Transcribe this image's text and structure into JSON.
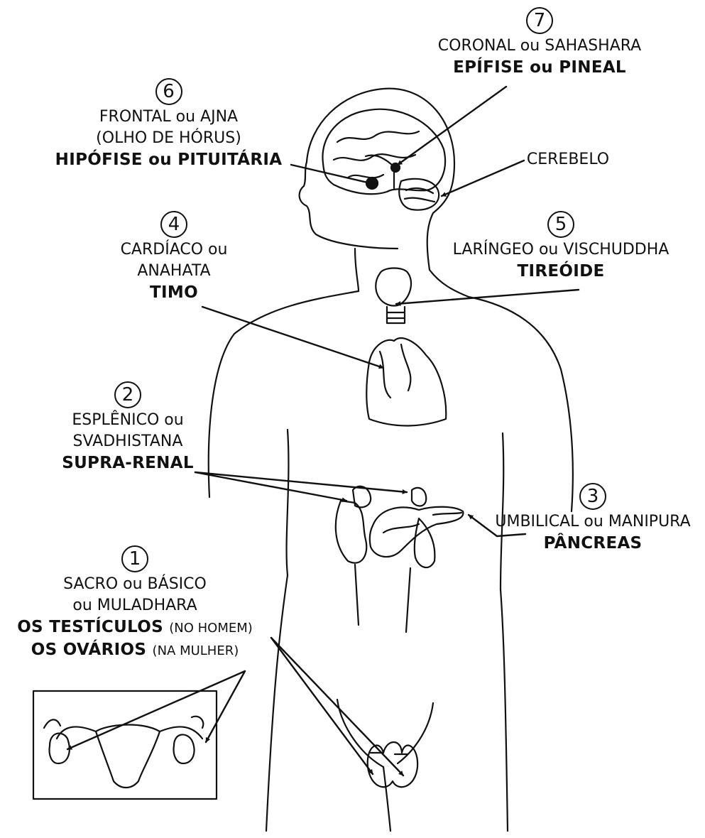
{
  "labels": {
    "c7": {
      "number": "7",
      "line1": "CORONAL ou SAHASHARA",
      "gland": "EPÍFISE ou PINEAL"
    },
    "c6": {
      "number": "6",
      "line1": "FRONTAL ou AJNA",
      "line2": "(OLHO DE HÓRUS)",
      "gland": "HIPÓFISE ou PITUITÁRIA"
    },
    "cerebelo": {
      "line1": "CEREBELO"
    },
    "c4": {
      "number": "4",
      "line1": "CARDÍACO ou",
      "line2": "ANAHATA",
      "gland": "TIMO"
    },
    "c5": {
      "number": "5",
      "line1": "LARÍNGEO ou VISCHUDDHA",
      "gland": "TIREÓIDE"
    },
    "c2": {
      "number": "2",
      "line1": "ESPLÊNICO ou",
      "line2": "SVADHISTANA",
      "gland": "SUPRA-RENAL"
    },
    "c3": {
      "number": "3",
      "line1": "UMBILICAL ou MANIPURA",
      "gland": "PÂNCREAS"
    },
    "c1": {
      "number": "1",
      "line1": "SACRO ou BÁSICO",
      "line2": "ou MULADHARA",
      "gland_male": "OS TESTÍCULOS",
      "note_male": "(NO HOMEM)",
      "gland_female": "OS OVÁRIOS",
      "note_female": "(NA MULHER)"
    }
  }
}
